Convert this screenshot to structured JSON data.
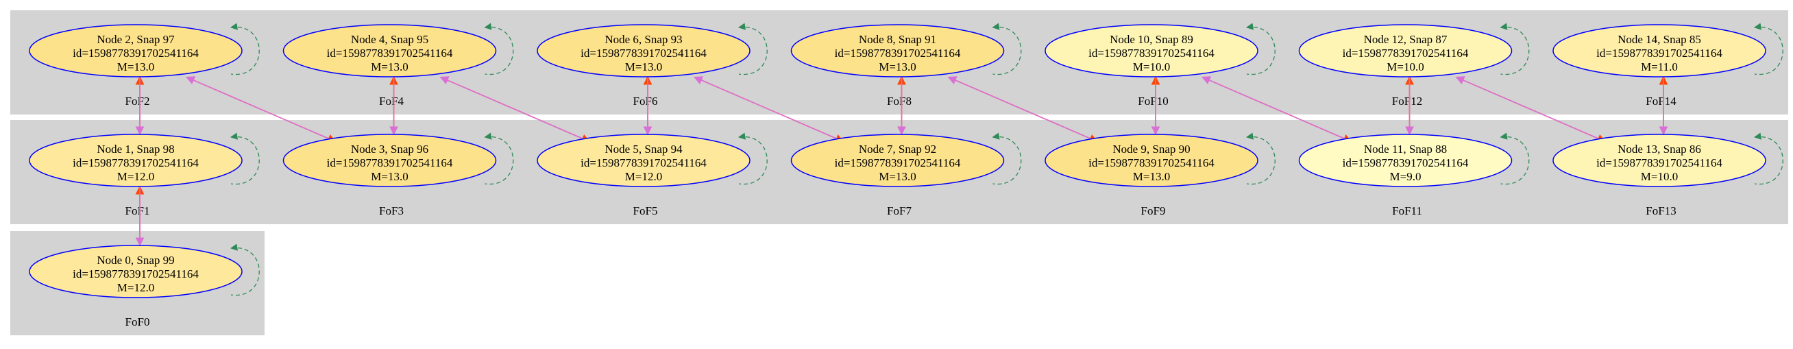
{
  "colors": {
    "cluster_fill": "#d3d3d3",
    "node_stroke": "#0000ff",
    "edge_orange": "#ff4500",
    "edge_violet": "#da70d6",
    "edge_self": "#2e8b57",
    "text": "#000000"
  },
  "clusters": [
    {
      "id": "c0",
      "label": "FoF0"
    },
    {
      "id": "c1",
      "label": "FoF1"
    },
    {
      "id": "c2",
      "label": "FoF2"
    },
    {
      "id": "c3",
      "label": "FoF3"
    },
    {
      "id": "c4",
      "label": "FoF4"
    },
    {
      "id": "c5",
      "label": "FoF5"
    },
    {
      "id": "c6",
      "label": "FoF6"
    },
    {
      "id": "c7",
      "label": "FoF7"
    },
    {
      "id": "c8",
      "label": "FoF8"
    },
    {
      "id": "c9",
      "label": "FoF9"
    },
    {
      "id": "c10",
      "label": "FoF10"
    },
    {
      "id": "c11",
      "label": "FoF11"
    },
    {
      "id": "c12",
      "label": "FoF12"
    },
    {
      "id": "c13",
      "label": "FoF13"
    },
    {
      "id": "c14",
      "label": "FoF14"
    }
  ],
  "nodes": [
    {
      "id": "n0",
      "title": "Node 0, Snap 99",
      "ident": "id=1598778391702541164",
      "mass": "M=12.0",
      "fill": "#fde89b"
    },
    {
      "id": "n1",
      "title": "Node 1, Snap 98",
      "ident": "id=1598778391702541164",
      "mass": "M=12.0",
      "fill": "#fde89b"
    },
    {
      "id": "n2",
      "title": "Node 2, Snap 97",
      "ident": "id=1598778391702541164",
      "mass": "M=13.0",
      "fill": "#fde28c"
    },
    {
      "id": "n3",
      "title": "Node 3, Snap 96",
      "ident": "id=1598778391702541164",
      "mass": "M=13.0",
      "fill": "#fde28c"
    },
    {
      "id": "n4",
      "title": "Node 4, Snap 95",
      "ident": "id=1598778391702541164",
      "mass": "M=13.0",
      "fill": "#fde28c"
    },
    {
      "id": "n5",
      "title": "Node 5, Snap 94",
      "ident": "id=1598778391702541164",
      "mass": "M=12.0",
      "fill": "#fde89b"
    },
    {
      "id": "n6",
      "title": "Node 6, Snap 93",
      "ident": "id=1598778391702541164",
      "mass": "M=13.0",
      "fill": "#fde28c"
    },
    {
      "id": "n7",
      "title": "Node 7, Snap 92",
      "ident": "id=1598778391702541164",
      "mass": "M=13.0",
      "fill": "#fde28c"
    },
    {
      "id": "n8",
      "title": "Node 8, Snap 91",
      "ident": "id=1598778391702541164",
      "mass": "M=13.0",
      "fill": "#fde28c"
    },
    {
      "id": "n9",
      "title": "Node 9, Snap 90",
      "ident": "id=1598778391702541164",
      "mass": "M=13.0",
      "fill": "#fde28c"
    },
    {
      "id": "n10",
      "title": "Node 10, Snap 89",
      "ident": "id=1598778391702541164",
      "mass": "M=10.0",
      "fill": "#fef5b4"
    },
    {
      "id": "n11",
      "title": "Node 11, Snap 88",
      "ident": "id=1598778391702541164",
      "mass": "M=9.0",
      "fill": "#fffbc3"
    },
    {
      "id": "n12",
      "title": "Node 12, Snap 87",
      "ident": "id=1598778391702541164",
      "mass": "M=10.0",
      "fill": "#fef5b4"
    },
    {
      "id": "n13",
      "title": "Node 13, Snap 86",
      "ident": "id=1598778391702541164",
      "mass": "M=10.0",
      "fill": "#fef5b4"
    },
    {
      "id": "n14",
      "title": "Node 14, Snap 85",
      "ident": "id=1598778391702541164",
      "mass": "M=11.0",
      "fill": "#feeea8"
    }
  ],
  "edges": [
    {
      "from": "n0",
      "to": "n1",
      "color": "orange"
    },
    {
      "from": "n1",
      "to": "n0",
      "color": "violet"
    },
    {
      "from": "n1",
      "to": "n2",
      "color": "orange"
    },
    {
      "from": "n2",
      "to": "n1",
      "color": "violet"
    },
    {
      "from": "n2",
      "to": "n3",
      "color": "orange"
    },
    {
      "from": "n3",
      "to": "n2",
      "color": "violet"
    },
    {
      "from": "n3",
      "to": "n4",
      "color": "orange"
    },
    {
      "from": "n4",
      "to": "n3",
      "color": "violet"
    },
    {
      "from": "n4",
      "to": "n5",
      "color": "orange"
    },
    {
      "from": "n5",
      "to": "n4",
      "color": "violet"
    },
    {
      "from": "n5",
      "to": "n6",
      "color": "orange"
    },
    {
      "from": "n6",
      "to": "n5",
      "color": "violet"
    },
    {
      "from": "n6",
      "to": "n7",
      "color": "orange"
    },
    {
      "from": "n7",
      "to": "n6",
      "color": "violet"
    },
    {
      "from": "n7",
      "to": "n8",
      "color": "orange"
    },
    {
      "from": "n8",
      "to": "n7",
      "color": "violet"
    },
    {
      "from": "n8",
      "to": "n9",
      "color": "orange"
    },
    {
      "from": "n9",
      "to": "n8",
      "color": "violet"
    },
    {
      "from": "n9",
      "to": "n10",
      "color": "orange"
    },
    {
      "from": "n10",
      "to": "n9",
      "color": "violet"
    },
    {
      "from": "n10",
      "to": "n11",
      "color": "orange"
    },
    {
      "from": "n11",
      "to": "n10",
      "color": "violet"
    },
    {
      "from": "n11",
      "to": "n12",
      "color": "orange"
    },
    {
      "from": "n12",
      "to": "n11",
      "color": "violet"
    },
    {
      "from": "n12",
      "to": "n13",
      "color": "orange"
    },
    {
      "from": "n13",
      "to": "n12",
      "color": "violet"
    },
    {
      "from": "n13",
      "to": "n14",
      "color": "orange"
    },
    {
      "from": "n14",
      "to": "n13",
      "color": "violet"
    }
  ]
}
